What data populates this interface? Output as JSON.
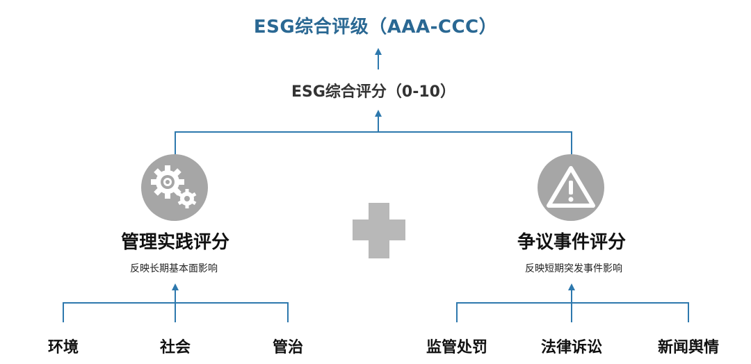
{
  "rating": {
    "label": "ESG综合评级（AAA-CCC）"
  },
  "score": {
    "label": "ESG综合评分（0-10）"
  },
  "management": {
    "icon": "gears-icon",
    "title": "管理实践评分",
    "description": "反映长期基本面影响",
    "leaves": [
      "环境",
      "社会",
      "管治"
    ]
  },
  "controversy": {
    "icon": "warning-icon",
    "title": "争议事件评分",
    "description": "反映短期突发事件影响",
    "leaves": [
      "监管处罚",
      "法律诉讼",
      "新闻舆情"
    ]
  },
  "colors": {
    "line": "#2d78ad",
    "rating_text": "#2a6893",
    "icon_bg": "#a6a6a6",
    "plus": "#b8b8b8"
  }
}
